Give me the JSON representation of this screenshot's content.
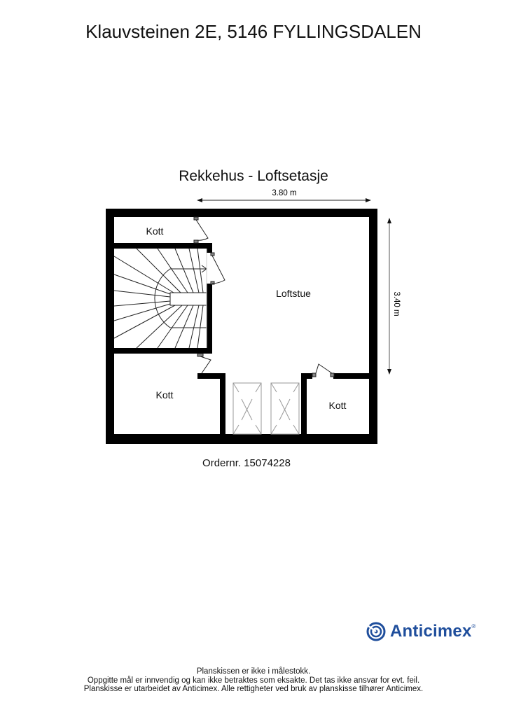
{
  "header": {
    "address": "Klauvsteinen 2E, 5146 FYLLINGSDALEN"
  },
  "plan": {
    "title": "Rekkehus - Loftsetasje",
    "dimensions": {
      "width_label": "3.80 m",
      "height_label": "3.40 m"
    },
    "rooms": [
      {
        "id": "kott-top",
        "label": "Kott"
      },
      {
        "id": "loftstue",
        "label": "Loftstue"
      },
      {
        "id": "kott-left",
        "label": "Kott"
      },
      {
        "id": "kott-right",
        "label": "Kott"
      }
    ],
    "order_number": "Ordernr. 15074228"
  },
  "brand": {
    "name": "Anticimex",
    "registered": "®",
    "color": "#1f4e9c"
  },
  "footer": {
    "lines": [
      "Planskissen er ikke i målestokk.",
      "Oppgitte mål er innvendig og kan ikke betraktes som eksakte. Det tas ikke ansvar for evt. feil.",
      "Planskisse er utarbeidet av Anticimex. Alle rettigheter ved bruk av planskisse tilhører Anticimex."
    ]
  }
}
